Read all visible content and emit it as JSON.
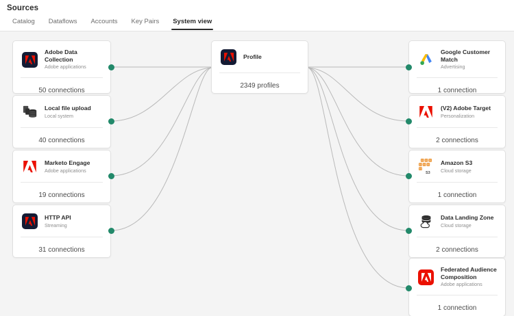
{
  "header": {
    "title": "Sources",
    "tabs": [
      {
        "label": "Catalog",
        "active": false
      },
      {
        "label": "Dataflows",
        "active": false
      },
      {
        "label": "Accounts",
        "active": false
      },
      {
        "label": "Key Pairs",
        "active": false
      },
      {
        "label": "System view",
        "active": true
      }
    ]
  },
  "colors": {
    "canvas_bg": "#f4f4f4",
    "card_bg": "#ffffff",
    "card_border": "#e0e0e0",
    "port_dot": "#22896a",
    "edge_line": "#b9b9b9",
    "adobe_red": "#eb1000",
    "adobe_dark": "#141b34",
    "tab_active": "#2c2c2c"
  },
  "sources": [
    {
      "id": "adobe-data-collection",
      "title": "Adobe Data Collection",
      "subtitle": "Adobe applications",
      "footer": "50 connections",
      "icon": "adobe-dark-tile-icon"
    },
    {
      "id": "local-file-upload",
      "title": "Local file upload",
      "subtitle": "Local system",
      "footer": "40 connections",
      "icon": "file-stack-icon"
    },
    {
      "id": "marketo-engage",
      "title": "Marketo Engage",
      "subtitle": "Adobe applications",
      "footer": "19 connections",
      "icon": "adobe-logo-icon"
    },
    {
      "id": "http-api",
      "title": "HTTP API",
      "subtitle": "Streaming",
      "footer": "31 connections",
      "icon": "adobe-dark-tile-icon"
    }
  ],
  "hub": {
    "id": "profile",
    "title": "Profile",
    "subtitle": "",
    "footer": "2349 profiles",
    "icon": "adobe-dark-tile-icon"
  },
  "destinations": [
    {
      "id": "google-customer-match",
      "title": "Google Customer Match",
      "subtitle": "Advertising",
      "footer": "1 connection",
      "icon": "google-ads-icon"
    },
    {
      "id": "adobe-target-v2",
      "title": "(V2) Adobe Target",
      "subtitle": "Personalization",
      "footer": "2 connections",
      "icon": "adobe-logo-icon"
    },
    {
      "id": "amazon-s3",
      "title": "Amazon S3",
      "subtitle": "Cloud storage",
      "footer": "1 connection",
      "icon": "amazon-s3-icon",
      "icon_label": "S3"
    },
    {
      "id": "data-landing-zone",
      "title": "Data Landing Zone",
      "subtitle": "Cloud storage",
      "footer": "2 connections",
      "icon": "database-cloud-icon"
    },
    {
      "id": "federated-audience-composition",
      "title": "Federated Audience Composition",
      "subtitle": "Adobe applications",
      "footer": "1 connection",
      "icon": "adobe-red-tile-icon"
    }
  ]
}
